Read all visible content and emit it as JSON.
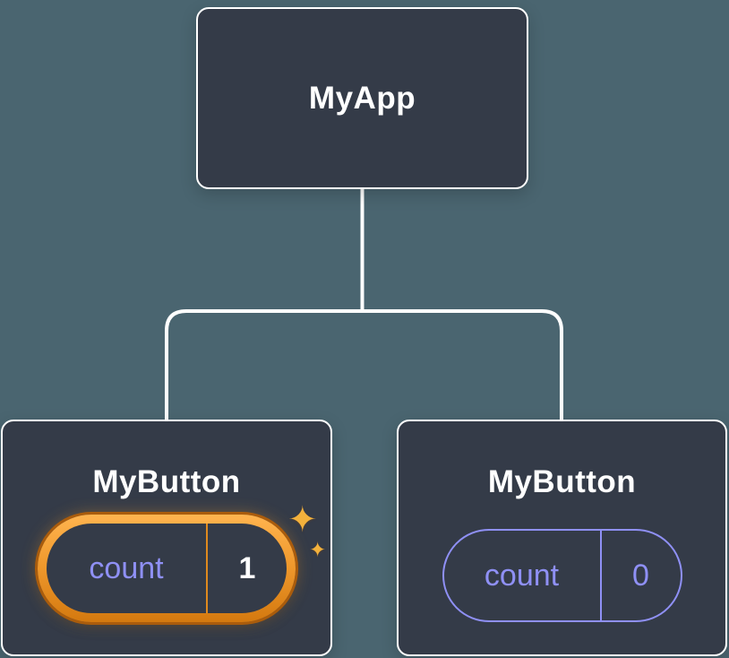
{
  "diagram": {
    "type": "component-tree",
    "colors": {
      "background": "#4a6570",
      "node_fill": "#343b48",
      "node_border": "#ffffff",
      "connector": "#ffffff",
      "accent_purple": "#8f90f5",
      "accent_orange": "#e08a1e",
      "highlight_ring": "#f09a2e",
      "sparkle": "#f3b13c",
      "text_primary": "#ffffff"
    }
  },
  "tree": {
    "root": {
      "label": "MyApp"
    },
    "children": [
      {
        "label": "MyButton",
        "state": {
          "key": "count",
          "value": "1"
        },
        "highlighted": true
      },
      {
        "label": "MyButton",
        "state": {
          "key": "count",
          "value": "0"
        },
        "highlighted": false
      }
    ]
  },
  "icons": {
    "sparkle_glyph": "✦"
  }
}
